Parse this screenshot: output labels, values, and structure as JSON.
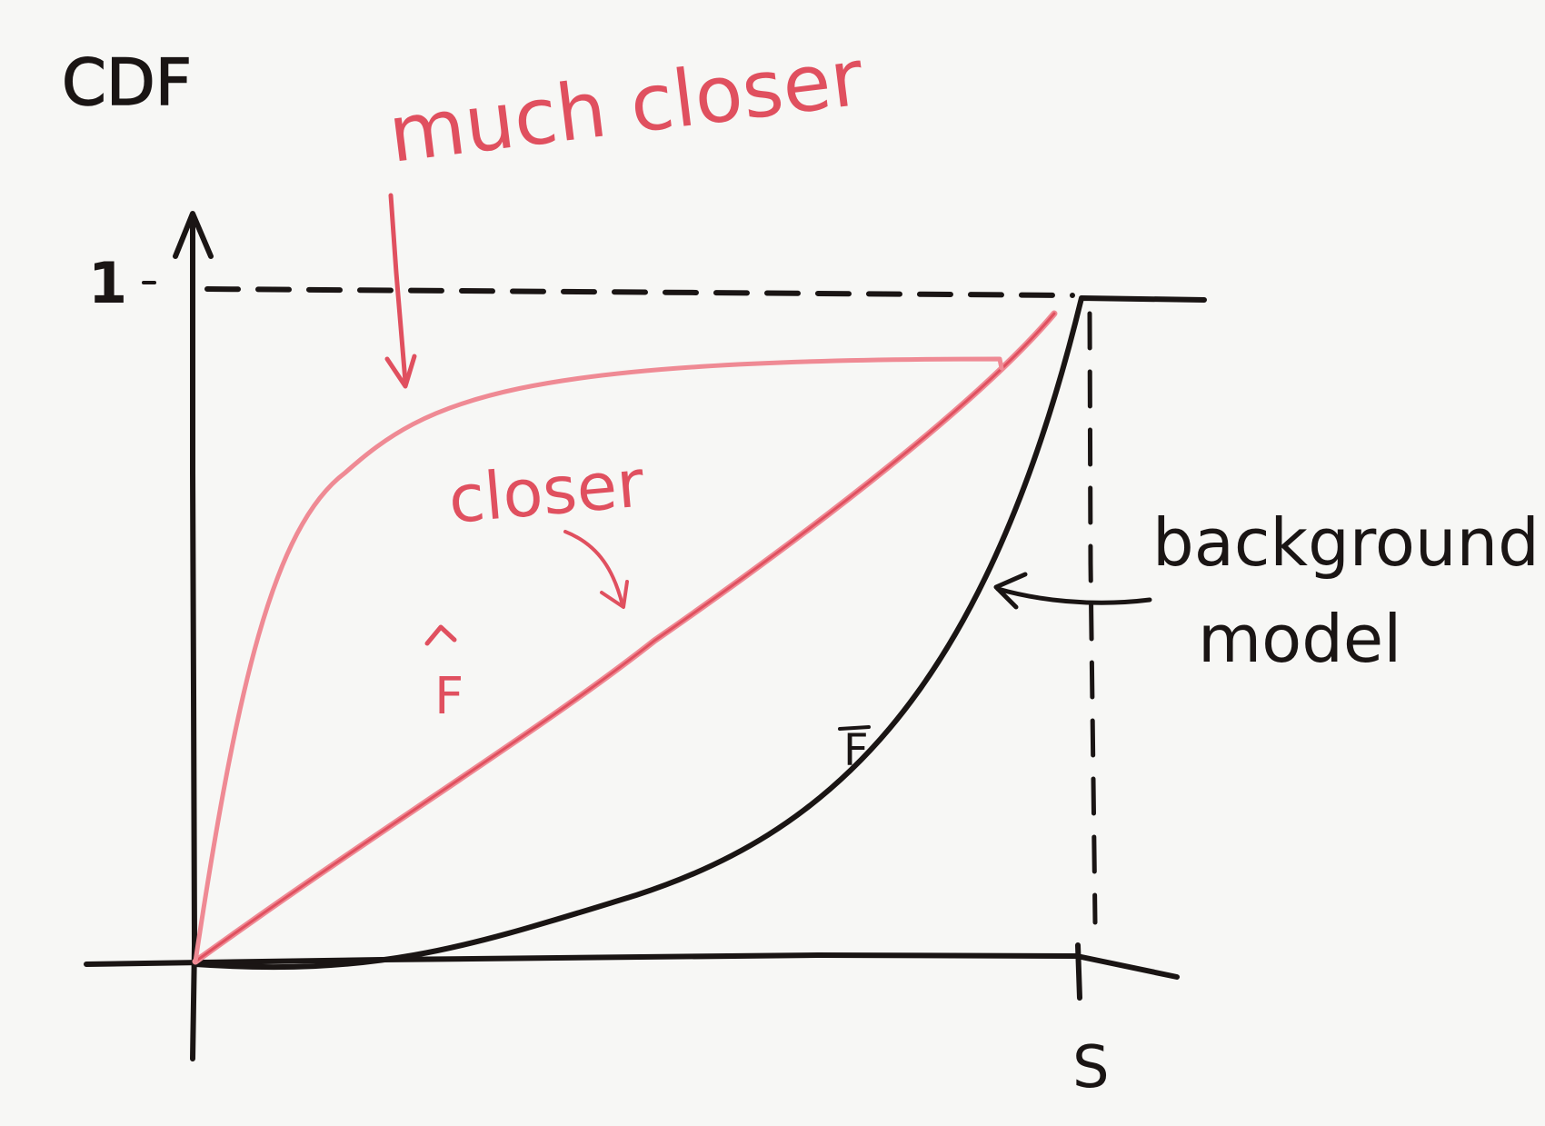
{
  "diagram": {
    "y_axis_label": "CDF",
    "y_tick_label": "1",
    "x_axis_end_label": "S",
    "curve_F_label": "F",
    "curve_Fhat_label": "F",
    "annotation_much_closer": "much closer",
    "annotation_closer": "closer",
    "background_model_line1": "background",
    "background_model_line2": "model"
  },
  "colors": {
    "board": "#f7f7f5",
    "black_ink": "#1a1514",
    "red_ink": "#e0505f",
    "pink_ink": "#ef8a94"
  }
}
